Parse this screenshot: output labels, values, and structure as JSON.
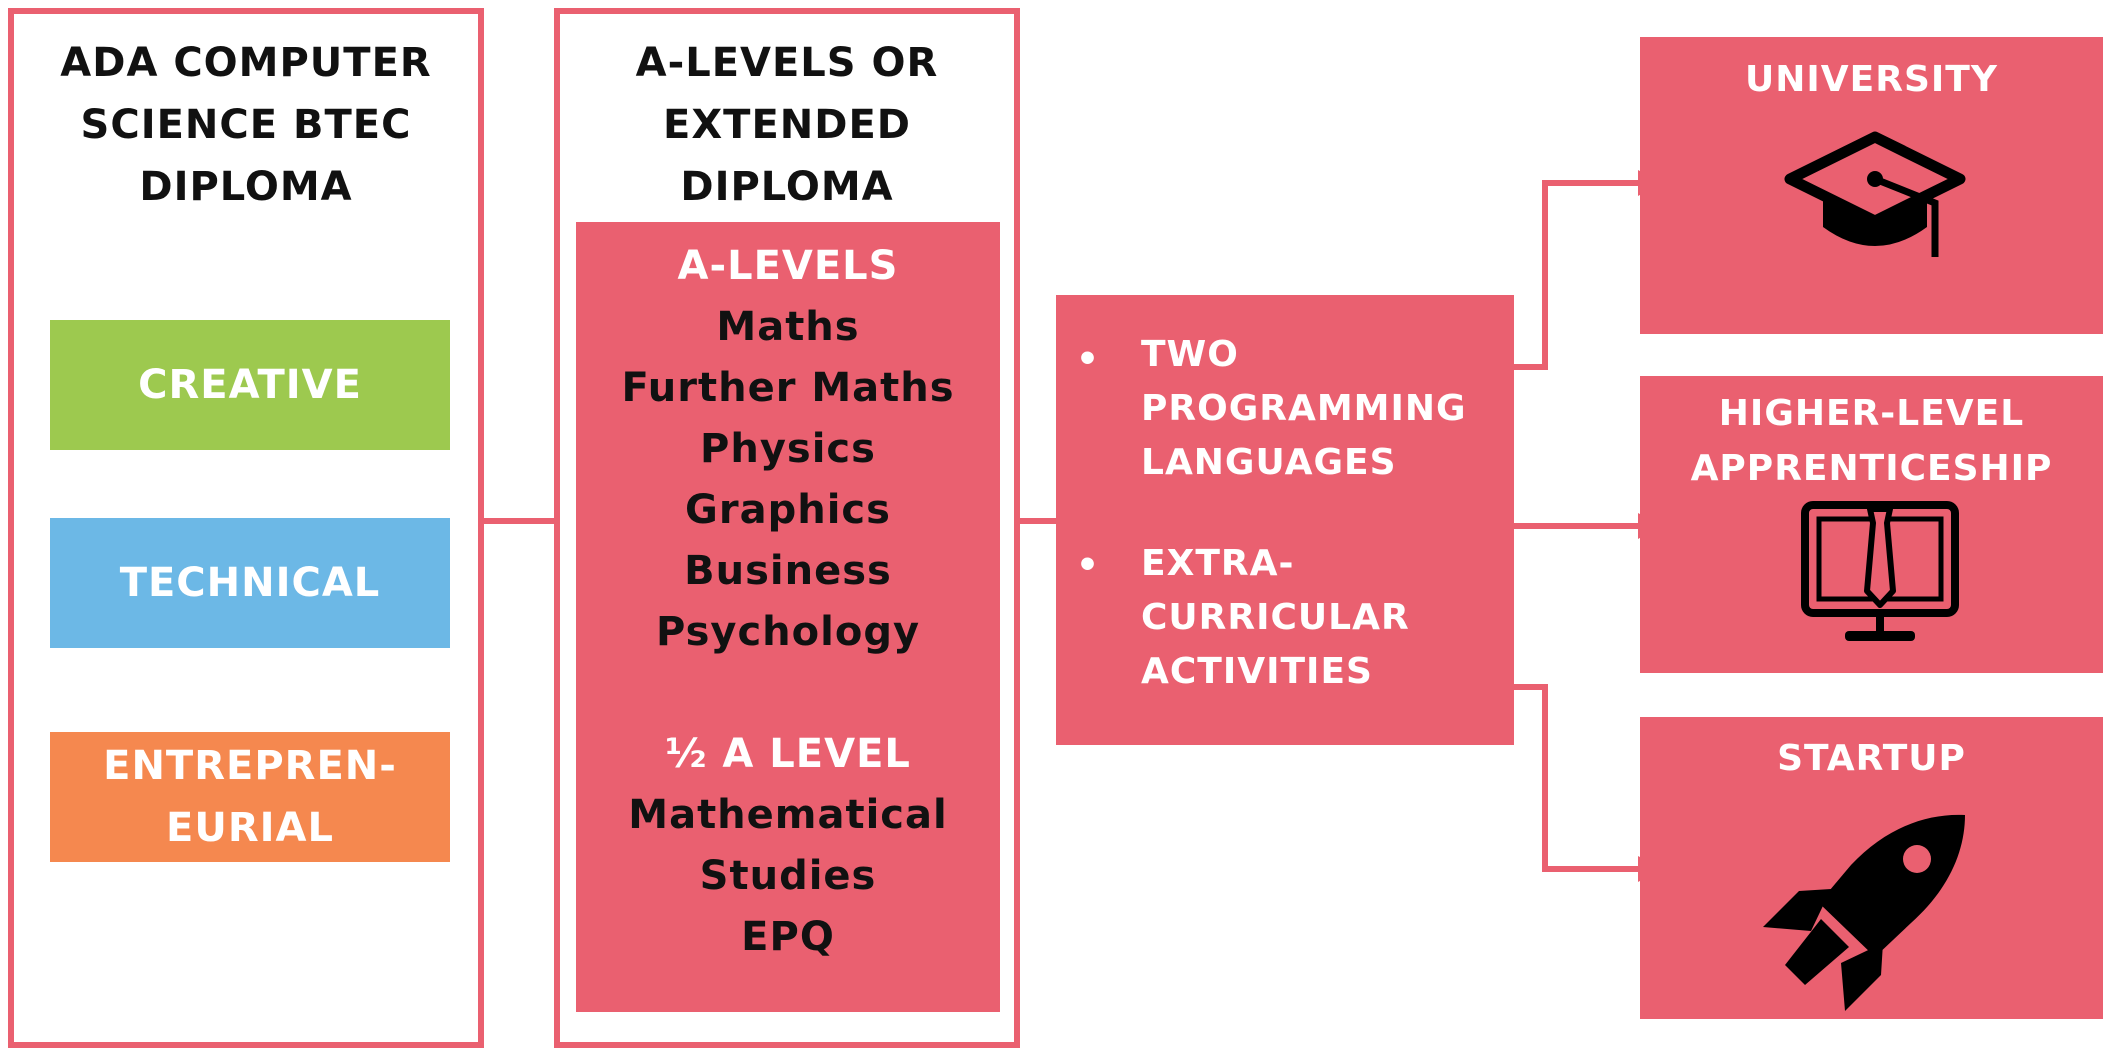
{
  "col1": {
    "title": [
      "ADA COMPUTER",
      "SCIENCE BTEC",
      "DIPLOMA"
    ],
    "tracks": [
      {
        "label": [
          "CREATIVE"
        ],
        "color": "#9dc94f"
      },
      {
        "label": [
          "TECHNICAL"
        ],
        "color": "#6cb8e6"
      },
      {
        "label": [
          "ENTREPREN-",
          "EURIAL"
        ],
        "color": "#f5884f"
      }
    ]
  },
  "col2": {
    "title": [
      "A-LEVELS OR",
      "EXTENDED",
      "DIPLOMA"
    ],
    "alevels_heading": "A-LEVELS",
    "subjects": [
      "Maths",
      "Further Maths",
      "Physics",
      "Graphics",
      "Business",
      "Psychology"
    ],
    "half_heading": "½ A LEVEL",
    "half_subjects": [
      "Mathematical",
      "Studies",
      "EPQ"
    ]
  },
  "middle": {
    "bullets": [
      {
        "symbol": "•",
        "lines": [
          "TWO",
          "PROGRAMMING",
          "LANGUAGES"
        ]
      },
      {
        "symbol": "•",
        "lines": [
          "EXTRA-",
          "CURRICULAR",
          "ACTIVITIES"
        ]
      }
    ]
  },
  "destinations": [
    {
      "lines": [
        "UNIVERSITY"
      ],
      "icon": "graduation-cap-icon"
    },
    {
      "lines": [
        "HIGHER-LEVEL",
        "APPRENTICESHIP"
      ],
      "icon": "computer-tie-icon"
    },
    {
      "lines": [
        "STARTUP"
      ],
      "icon": "rocket-icon"
    }
  ],
  "colors": {
    "accent": "#ea6070",
    "text": "#111111",
    "on_accent": "#ffffff"
  }
}
